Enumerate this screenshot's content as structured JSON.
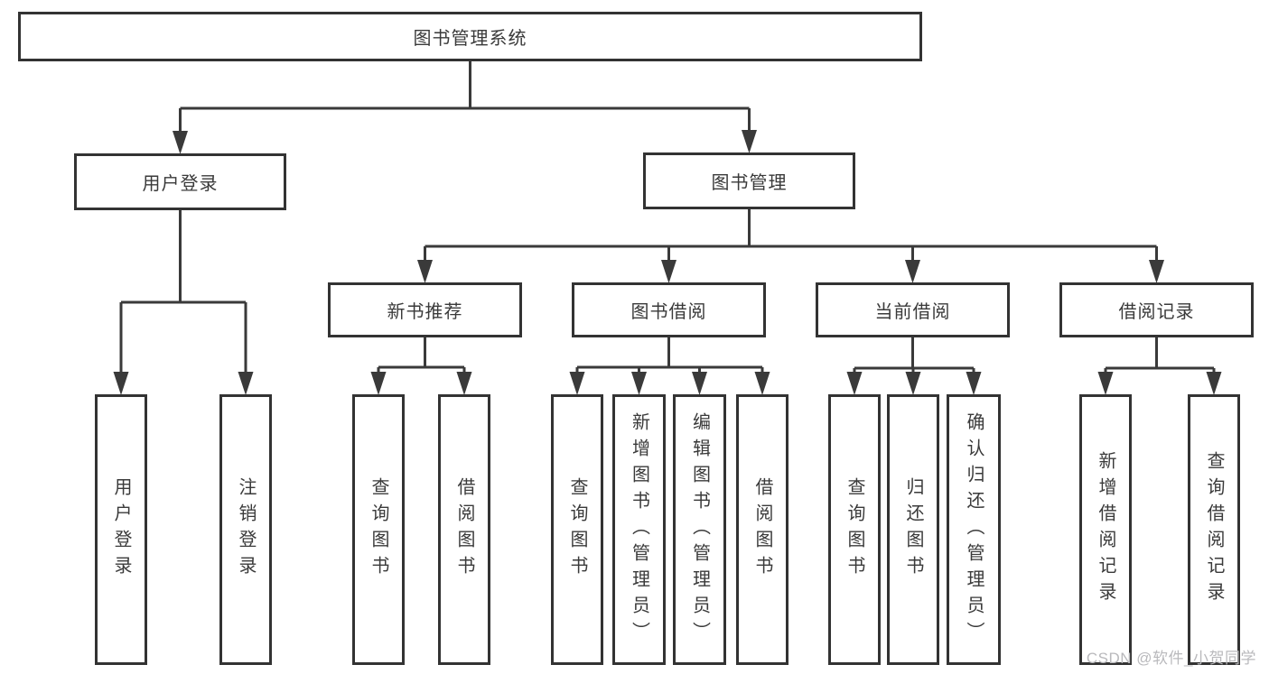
{
  "diagram_title": "图书管理系统",
  "tree": {
    "id": "root",
    "label": "图书管理系统",
    "children": [
      {
        "id": "user-login",
        "label": "用户登录",
        "children": [
          {
            "id": "leaf-user-login",
            "label": "用户登录"
          },
          {
            "id": "leaf-logout",
            "label": "注销登录"
          }
        ]
      },
      {
        "id": "book-management",
        "label": "图书管理",
        "children": [
          {
            "id": "new-book-recommend",
            "label": "新书推荐",
            "children": [
              {
                "id": "leaf-query-book-1",
                "label": "查询图书"
              },
              {
                "id": "leaf-borrow-book-1",
                "label": "借阅图书"
              }
            ]
          },
          {
            "id": "book-borrowing",
            "label": "图书借阅",
            "children": [
              {
                "id": "leaf-query-book-2",
                "label": "查询图书"
              },
              {
                "id": "leaf-add-book",
                "label": "新增图书（管理员）"
              },
              {
                "id": "leaf-edit-book",
                "label": "编辑图书（管理员）"
              },
              {
                "id": "leaf-borrow-book-2",
                "label": "借阅图书"
              }
            ]
          },
          {
            "id": "current-borrowing",
            "label": "当前借阅",
            "children": [
              {
                "id": "leaf-query-book-3",
                "label": "查询图书"
              },
              {
                "id": "leaf-return-book",
                "label": "归还图书"
              },
              {
                "id": "leaf-confirm-return",
                "label": "确认归还（管理员）"
              }
            ]
          },
          {
            "id": "borrowing-records",
            "label": "借阅记录",
            "children": [
              {
                "id": "leaf-add-borrow-record",
                "label": "新增借阅记录"
              },
              {
                "id": "leaf-query-borrow-record",
                "label": "查询借阅记录"
              }
            ]
          }
        ]
      }
    ]
  },
  "watermark": "CSDN @软件_小贺同学",
  "colors": {
    "line": "#3a3a3a",
    "box_border": "#333333",
    "text": "#3a3a3a",
    "watermark": "#b9b9bc",
    "background": "#ffffff"
  }
}
